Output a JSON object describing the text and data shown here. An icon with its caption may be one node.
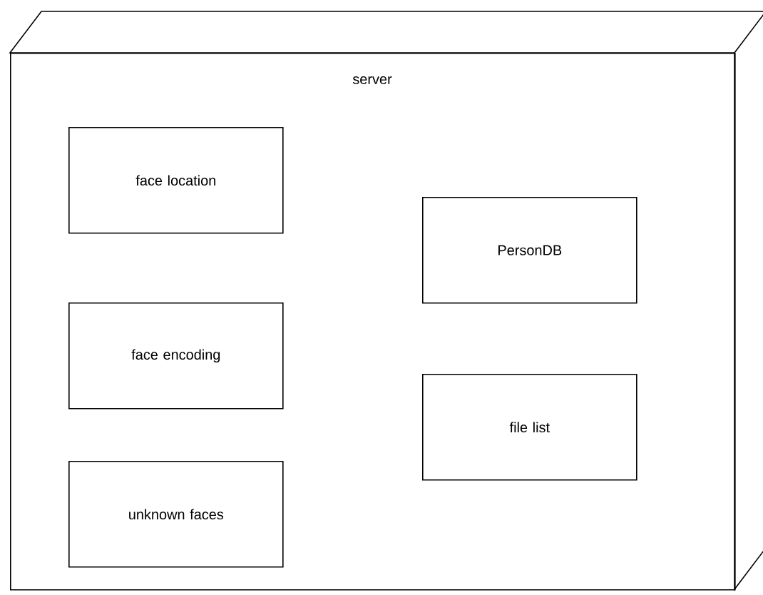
{
  "diagram": {
    "nodes": [
      {
        "text": [
          "server"
        ]
      },
      {
        "text": [
          "face location"
        ],
        "in": 0
      },
      {
        "text": [
          "face encoding"
        ],
        "in": 0
      },
      {
        "text": [
          "unknown faces"
        ],
        "in": 0
      },
      {
        "text": [
          "PersonDB"
        ],
        "in": 0
      },
      {
        "text": [
          "file list"
        ],
        "in": 0
      }
    ]
  }
}
